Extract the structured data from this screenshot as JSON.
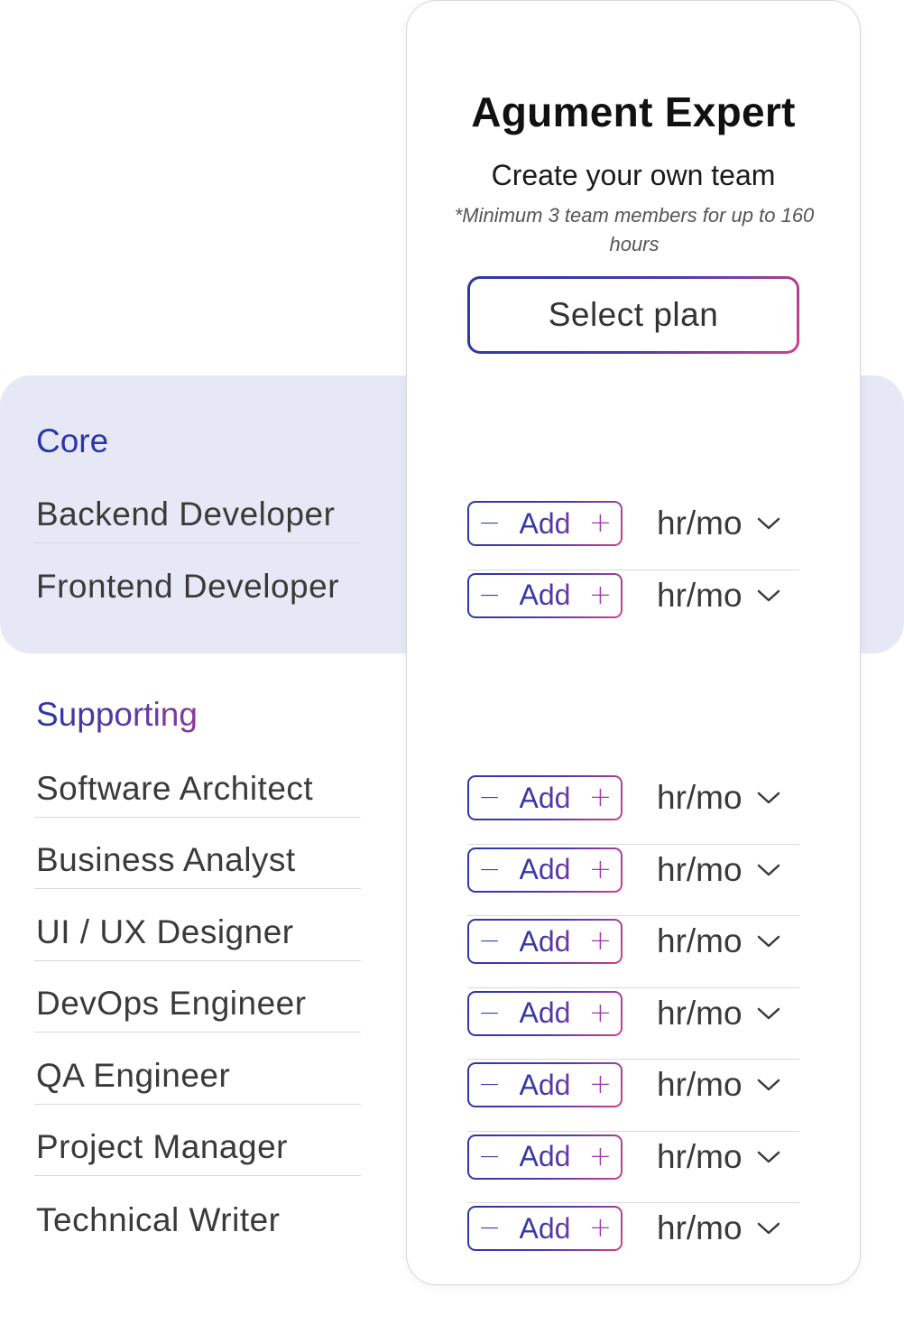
{
  "card": {
    "title": "Agument Expert",
    "subtitle": "Create your own team",
    "note": "*Minimum 3 team members for up to 160 hours",
    "select_plan_label": "Select plan"
  },
  "core": {
    "title": "Core",
    "roles": [
      {
        "label": "Backend Developer",
        "add_label": "Add",
        "unit": "hr/mo"
      },
      {
        "label": "Frontend Developer",
        "add_label": "Add",
        "unit": "hr/mo"
      }
    ]
  },
  "supporting": {
    "title": "Supporting",
    "roles": [
      {
        "label": "Software Architect",
        "add_label": "Add",
        "unit": "hr/mo"
      },
      {
        "label": "Business Analyst",
        "add_label": "Add",
        "unit": "hr/mo"
      },
      {
        "label": "UI / UX Designer",
        "add_label": "Add",
        "unit": "hr/mo"
      },
      {
        "label": "DevOps Engineer",
        "add_label": "Add",
        "unit": "hr/mo"
      },
      {
        "label": "QA Engineer",
        "add_label": "Add",
        "unit": "hr/mo"
      },
      {
        "label": "Project Manager",
        "add_label": "Add",
        "unit": "hr/mo"
      },
      {
        "label": "Technical Writer",
        "add_label": "Add",
        "unit": "hr/mo"
      }
    ]
  },
  "icons": {
    "minus": "minus-icon",
    "plus": "plus-icon",
    "dropdown": "chevron-down-icon"
  },
  "colors": {
    "accent_blue": "#2b37a6",
    "accent_pink": "#d43f8d",
    "core_band": "#e6e8f6"
  }
}
